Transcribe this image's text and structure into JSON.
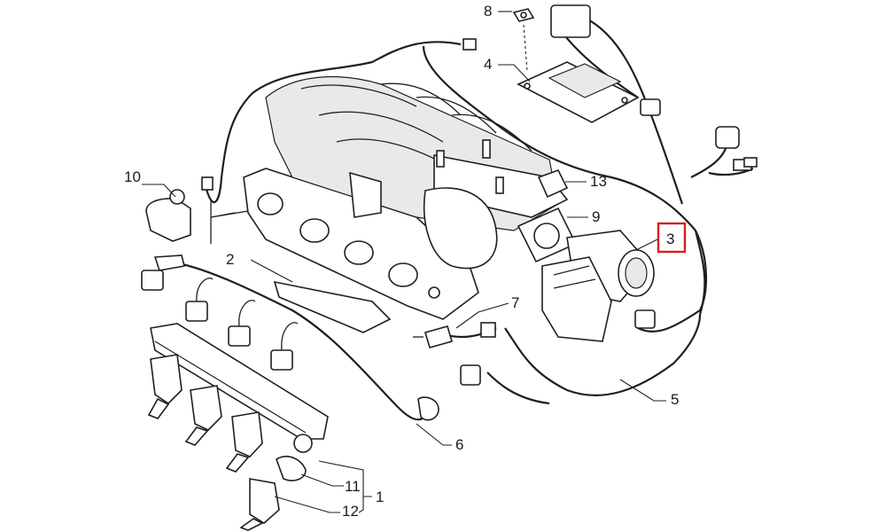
{
  "callouts": {
    "c1": "1",
    "c2": "2",
    "c3": "3",
    "c4": "4",
    "c5": "5",
    "c6": "6",
    "c7": "7",
    "c8": "8",
    "c9": "9",
    "c10": "10",
    "c11": "11",
    "c12": "12",
    "c13": "13"
  },
  "highlight": {
    "callout": "3",
    "color": "#d62020"
  },
  "colors": {
    "line": "#1f1f1f",
    "background": "#ffffff"
  }
}
